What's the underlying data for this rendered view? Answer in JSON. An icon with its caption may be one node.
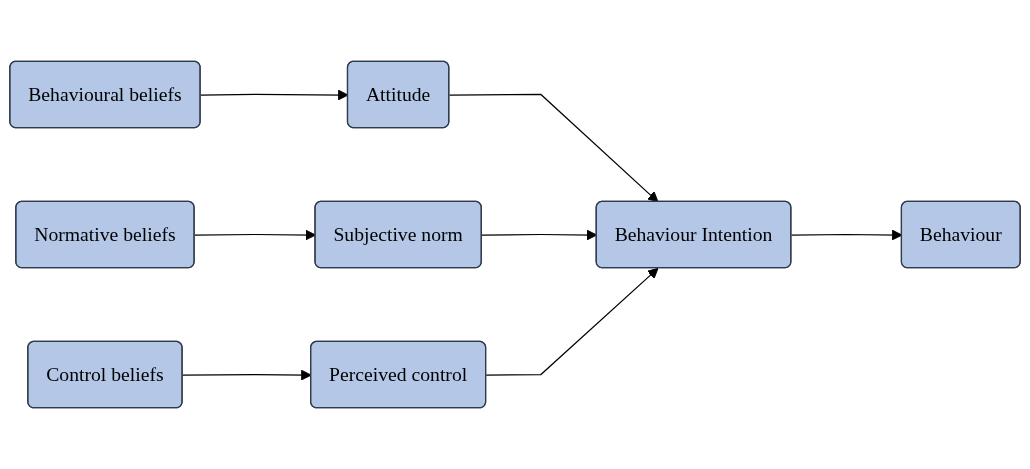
{
  "diagram": {
    "nodes": [
      {
        "text": [
          "Behavioural beliefs"
        ]
      },
      {
        "text": [
          "Attitude"
        ]
      },
      {
        "text": [
          "Normative beliefs"
        ]
      },
      {
        "text": [
          "Subjective norm"
        ]
      },
      {
        "text": [
          "Control beliefs"
        ]
      },
      {
        "text": [
          "Perceived control"
        ]
      },
      {
        "text": [
          "Behaviour Intention"
        ]
      },
      {
        "text": [
          "Behaviour"
        ]
      }
    ],
    "edges": [
      {
        "from": 0,
        "to": 1,
        "arrow": "to"
      },
      {
        "from": 2,
        "to": 3,
        "arrow": "to"
      },
      {
        "from": 4,
        "to": 5,
        "arrow": "to"
      },
      {
        "from": 1,
        "to": 6,
        "arrow": "to"
      },
      {
        "from": 3,
        "to": 6,
        "arrow": "to"
      },
      {
        "from": 5,
        "to": 6,
        "arrow": "to"
      },
      {
        "from": 6,
        "to": 7,
        "arrow": "to"
      }
    ]
  }
}
